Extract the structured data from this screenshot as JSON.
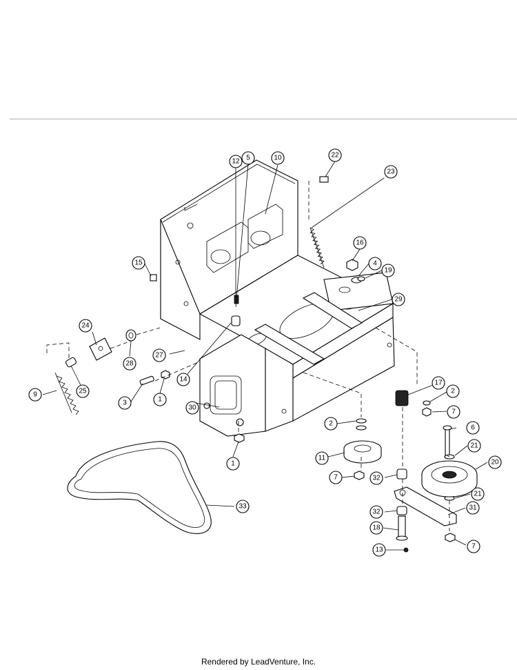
{
  "diagram": {
    "callouts": [
      {
        "label": "1"
      },
      {
        "label": "1"
      },
      {
        "label": "2"
      },
      {
        "label": "2"
      },
      {
        "label": "3"
      },
      {
        "label": "4"
      },
      {
        "label": "5"
      },
      {
        "label": "6"
      },
      {
        "label": "7"
      },
      {
        "label": "7"
      },
      {
        "label": "7"
      },
      {
        "label": "9"
      },
      {
        "label": "10"
      },
      {
        "label": "11"
      },
      {
        "label": "12"
      },
      {
        "label": "13"
      },
      {
        "label": "14"
      },
      {
        "label": "15"
      },
      {
        "label": "16"
      },
      {
        "label": "17"
      },
      {
        "label": "18"
      },
      {
        "label": "19"
      },
      {
        "label": "20"
      },
      {
        "label": "21"
      },
      {
        "label": "21"
      },
      {
        "label": "22"
      },
      {
        "label": "23"
      },
      {
        "label": "24"
      },
      {
        "label": "25"
      },
      {
        "label": "27"
      },
      {
        "label": "28"
      },
      {
        "label": "29"
      },
      {
        "label": "30"
      },
      {
        "label": "31"
      },
      {
        "label": "32"
      },
      {
        "label": "32"
      },
      {
        "label": "33"
      }
    ]
  },
  "footer": {
    "text": "Rendered by LeadVenture, Inc."
  }
}
